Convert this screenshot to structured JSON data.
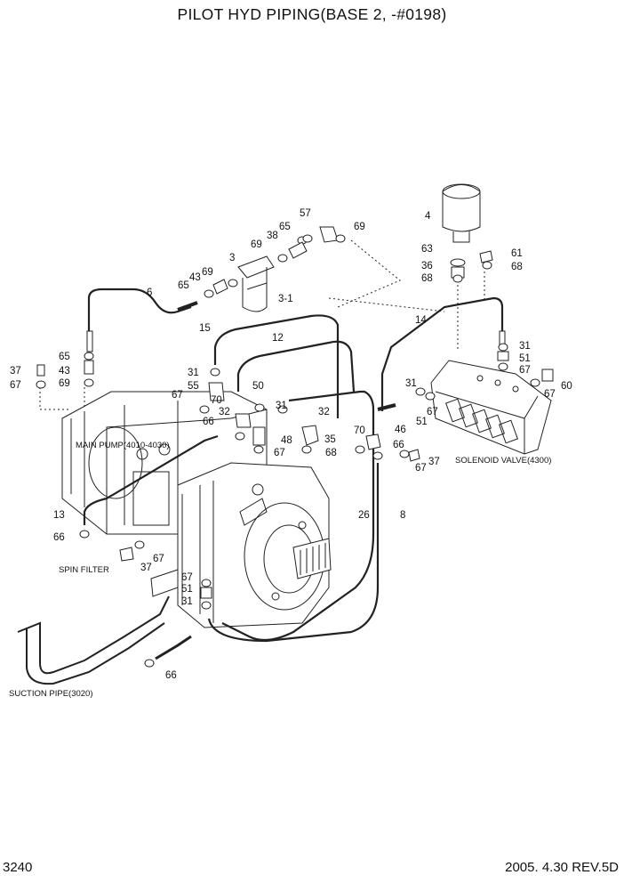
{
  "title": "PILOT HYD PIPING(BASE 2, -#0198)",
  "page_number": "3240",
  "revision": "2005. 4.30  REV.5D",
  "captions": {
    "main_pump": "MAIN PUMP(4010-4030)",
    "solenoid_valve": "SOLENOID VALVE(4300)",
    "spin_filter": "SPIN FILTER",
    "suction_pipe": "SUCTION PIPE(3020)"
  },
  "part_labels": [
    {
      "id": "l57",
      "text": "57"
    },
    {
      "id": "l65a",
      "text": "65"
    },
    {
      "id": "l38",
      "text": "38"
    },
    {
      "id": "l69a",
      "text": "69"
    },
    {
      "id": "l69b",
      "text": "69"
    },
    {
      "id": "l3",
      "text": "3"
    },
    {
      "id": "l69c",
      "text": "69"
    },
    {
      "id": "l43a",
      "text": "43"
    },
    {
      "id": "l65b",
      "text": "65"
    },
    {
      "id": "l6",
      "text": "6"
    },
    {
      "id": "l3-1",
      "text": "3-1"
    },
    {
      "id": "l4",
      "text": "4"
    },
    {
      "id": "l63",
      "text": "63"
    },
    {
      "id": "l36",
      "text": "36"
    },
    {
      "id": "l68a",
      "text": "68"
    },
    {
      "id": "l61",
      "text": "61"
    },
    {
      "id": "l68b",
      "text": "68"
    },
    {
      "id": "l14",
      "text": "14"
    },
    {
      "id": "l15",
      "text": "15"
    },
    {
      "id": "l12",
      "text": "12"
    },
    {
      "id": "l31a",
      "text": "31"
    },
    {
      "id": "l51a",
      "text": "51"
    },
    {
      "id": "l67a",
      "text": "67"
    },
    {
      "id": "l60",
      "text": "60"
    },
    {
      "id": "l67b",
      "text": "67"
    },
    {
      "id": "l65c",
      "text": "65"
    },
    {
      "id": "l37a",
      "text": "37"
    },
    {
      "id": "l43b",
      "text": "43"
    },
    {
      "id": "l67c",
      "text": "67"
    },
    {
      "id": "l69d",
      "text": "69"
    },
    {
      "id": "l31b",
      "text": "31"
    },
    {
      "id": "l55",
      "text": "55"
    },
    {
      "id": "l67d",
      "text": "67"
    },
    {
      "id": "l32a",
      "text": "32"
    },
    {
      "id": "l50",
      "text": "50"
    },
    {
      "id": "l31c",
      "text": "31"
    },
    {
      "id": "l66a",
      "text": "66"
    },
    {
      "id": "l31d",
      "text": "31"
    },
    {
      "id": "l32b",
      "text": "32"
    },
    {
      "id": "l67e",
      "text": "67"
    },
    {
      "id": "l51b",
      "text": "51"
    },
    {
      "id": "l70a",
      "text": "70"
    },
    {
      "id": "l48",
      "text": "48"
    },
    {
      "id": "l35",
      "text": "35"
    },
    {
      "id": "l70b",
      "text": "70"
    },
    {
      "id": "l46",
      "text": "46"
    },
    {
      "id": "l66b",
      "text": "66"
    },
    {
      "id": "l67f",
      "text": "67"
    },
    {
      "id": "l68c",
      "text": "68"
    },
    {
      "id": "l67g",
      "text": "67"
    },
    {
      "id": "l37b",
      "text": "37"
    },
    {
      "id": "l26",
      "text": "26"
    },
    {
      "id": "l8",
      "text": "8"
    },
    {
      "id": "l13",
      "text": "13"
    },
    {
      "id": "l66c",
      "text": "66"
    },
    {
      "id": "l37c",
      "text": "37"
    },
    {
      "id": "l67h",
      "text": "67"
    },
    {
      "id": "l67i",
      "text": "67"
    },
    {
      "id": "l51c",
      "text": "51"
    },
    {
      "id": "l31e",
      "text": "31"
    },
    {
      "id": "l66d",
      "text": "66"
    }
  ]
}
